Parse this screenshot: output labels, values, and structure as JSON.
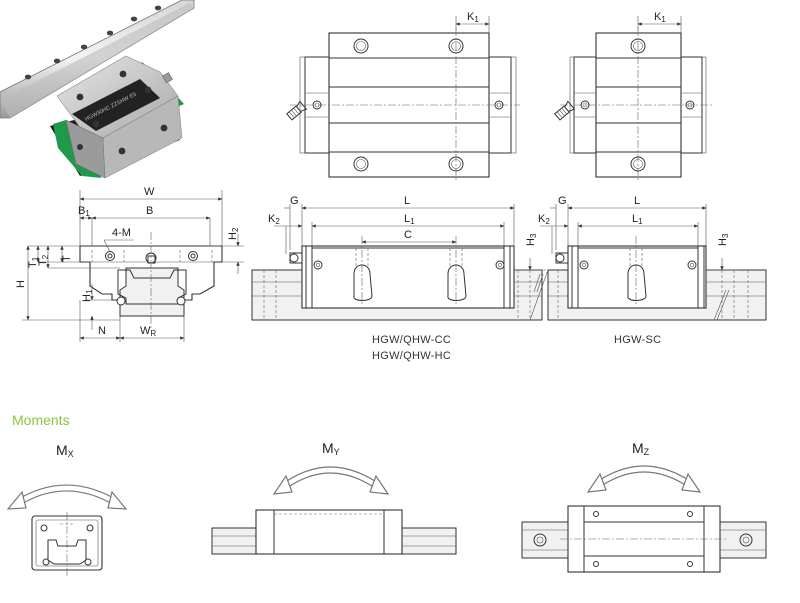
{
  "section": {
    "title": "Moments",
    "title_color": "#8cc63f"
  },
  "dimensions": {
    "K1": "K",
    "K1_sub": "1",
    "W": "W",
    "B1": "B",
    "B1_sub": "1",
    "B": "B",
    "M": "4-M",
    "H2": "H",
    "H2_sub": "2",
    "T1": "T",
    "T1_sub": "1",
    "T2": "T",
    "T2_sub": "2",
    "T": "T",
    "H": "H",
    "H1": "H",
    "H1_sub": "1",
    "N": "N",
    "WR": "W",
    "WR_sub": "R",
    "G": "G",
    "L": "L",
    "K2": "K",
    "K2_sub": "2",
    "L1": "L",
    "L1_sub": "1",
    "C": "C",
    "H3": "H",
    "H3_sub": "3"
  },
  "captions": {
    "cc_line1": "HGW/QHW-CC",
    "cc_line2": "HGW/QHW-HC",
    "sc": "HGW-SC"
  },
  "moments": {
    "mx": "M",
    "mx_sub": "X",
    "my": "M",
    "my_sub": "Y",
    "mz": "M",
    "mz_sub": "Z"
  },
  "product_label": "HGW30HC ZZSHW E5",
  "colors": {
    "accent_green": "#1f9a4b",
    "line": "#333333"
  }
}
